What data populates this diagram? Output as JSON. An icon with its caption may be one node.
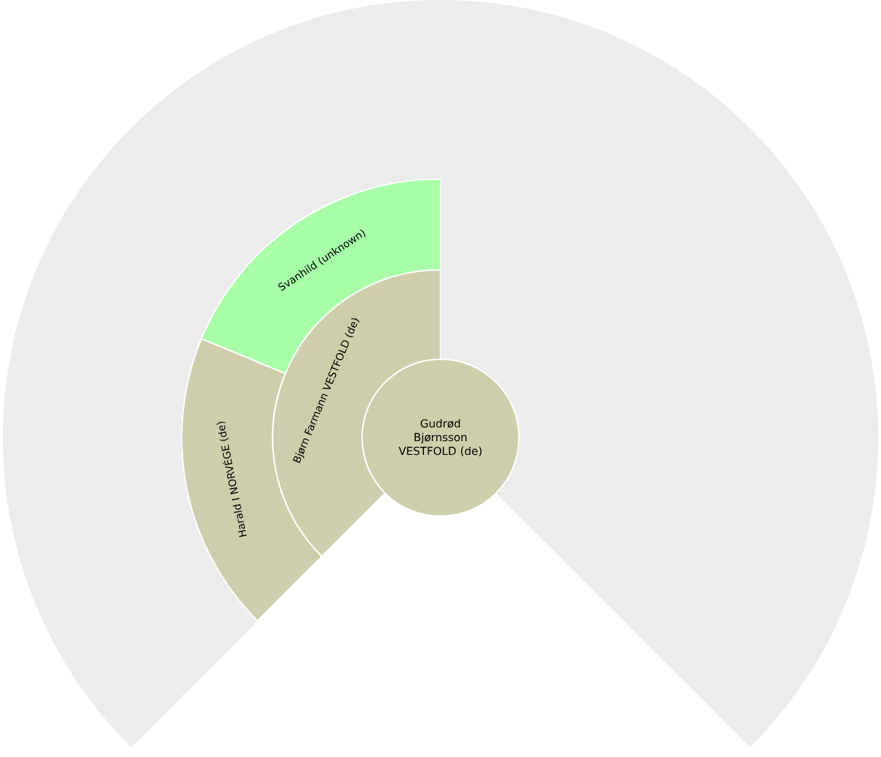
{
  "diagram": {
    "nodes": [
      {
        "text": [
          "Gudrød Bjørnsson VESTFOLD (de)"
        ]
      },
      {
        "text": [
          "Bjørn Farmann VESTFOLD (de)"
        ]
      },
      {
        "text": [
          "Harald I NORVÈGE (de)"
        ]
      },
      {
        "text": [
          "Svanhild (unknown)"
        ]
      }
    ]
  }
}
